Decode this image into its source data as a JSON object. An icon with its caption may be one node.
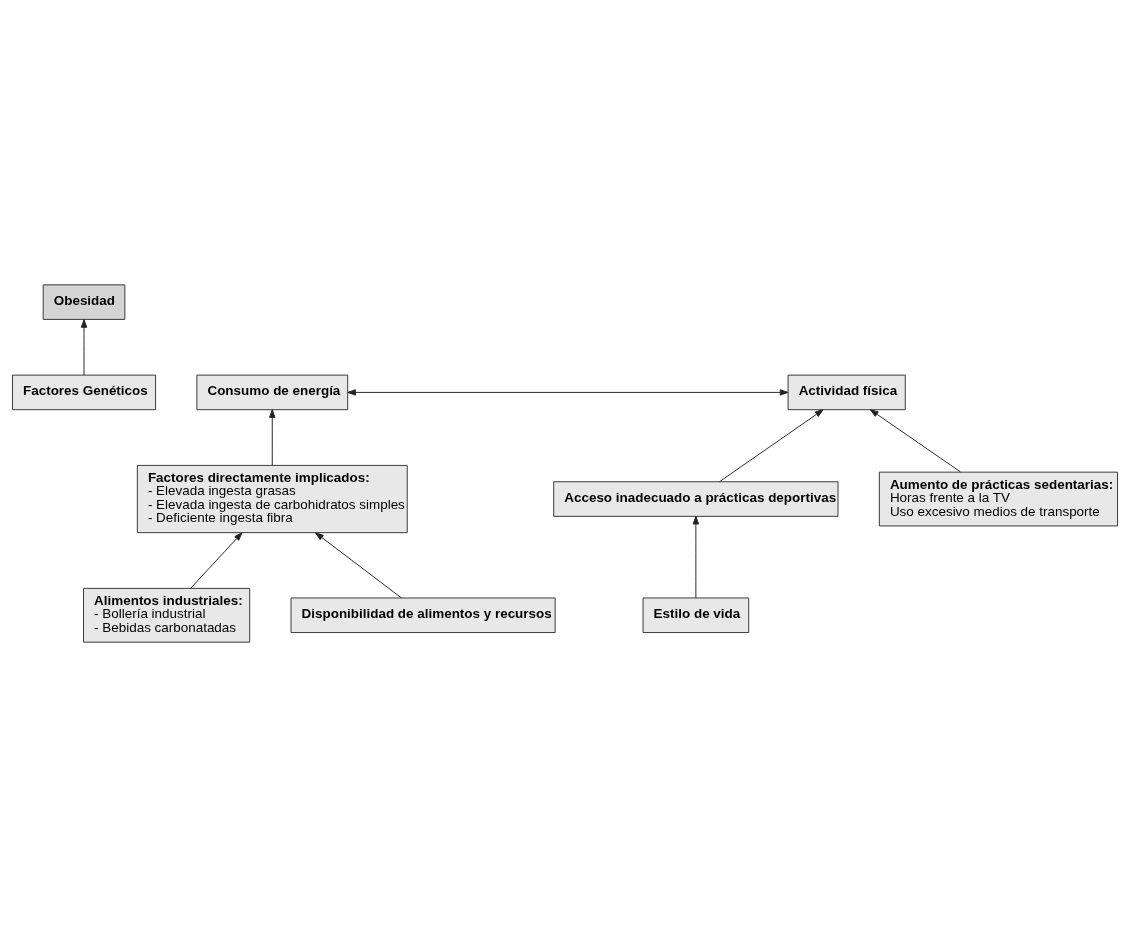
{
  "diagram": {
    "nodes": [
      {
        "text": [
          "Obesidad"
        ]
      },
      {
        "text": [
          "Consumo de energía"
        ]
      },
      {
        "text": [
          "Actividad física"
        ]
      },
      {
        "text": [
          "Factores Genéticos"
        ]
      },
      {
        "text": [
          "Factores directamente implicados:",
          "- Elevada ingesta grasas",
          "- Elevada ingesta de carbohidratos simples",
          "- Deficiente ingesta fibra"
        ]
      },
      {
        "text": [
          "Acceso inadecuado a prácticas deportivas"
        ]
      },
      {
        "text": [
          "Aumento de prácticas sedentarias:",
          "Horas frente a la TV",
          "Uso excesivo medios de transporte"
        ]
      },
      {
        "text": [
          "Alimentos industriales:",
          "- Bollería industrial",
          "- Bebidas carbonatadas"
        ]
      },
      {
        "text": [
          "Estilo de vida"
        ]
      },
      {
        "text": [
          "Disponibilidad de alimentos y recursos"
        ]
      }
    ],
    "edges": [
      {
        "from": 1,
        "to": 2,
        "arrow": "both"
      },
      {
        "from": 3,
        "to": 0,
        "arrow": "to"
      },
      {
        "from": 4,
        "to": 1,
        "arrow": "to"
      },
      {
        "from": 5,
        "to": 2,
        "arrow": "to"
      },
      {
        "from": 6,
        "to": 2,
        "arrow": "to"
      },
      {
        "from": 7,
        "to": 4,
        "arrow": "to"
      },
      {
        "from": 8,
        "to": 5,
        "arrow": "to"
      },
      {
        "from": 9,
        "to": 4,
        "arrow": "to"
      }
    ]
  }
}
